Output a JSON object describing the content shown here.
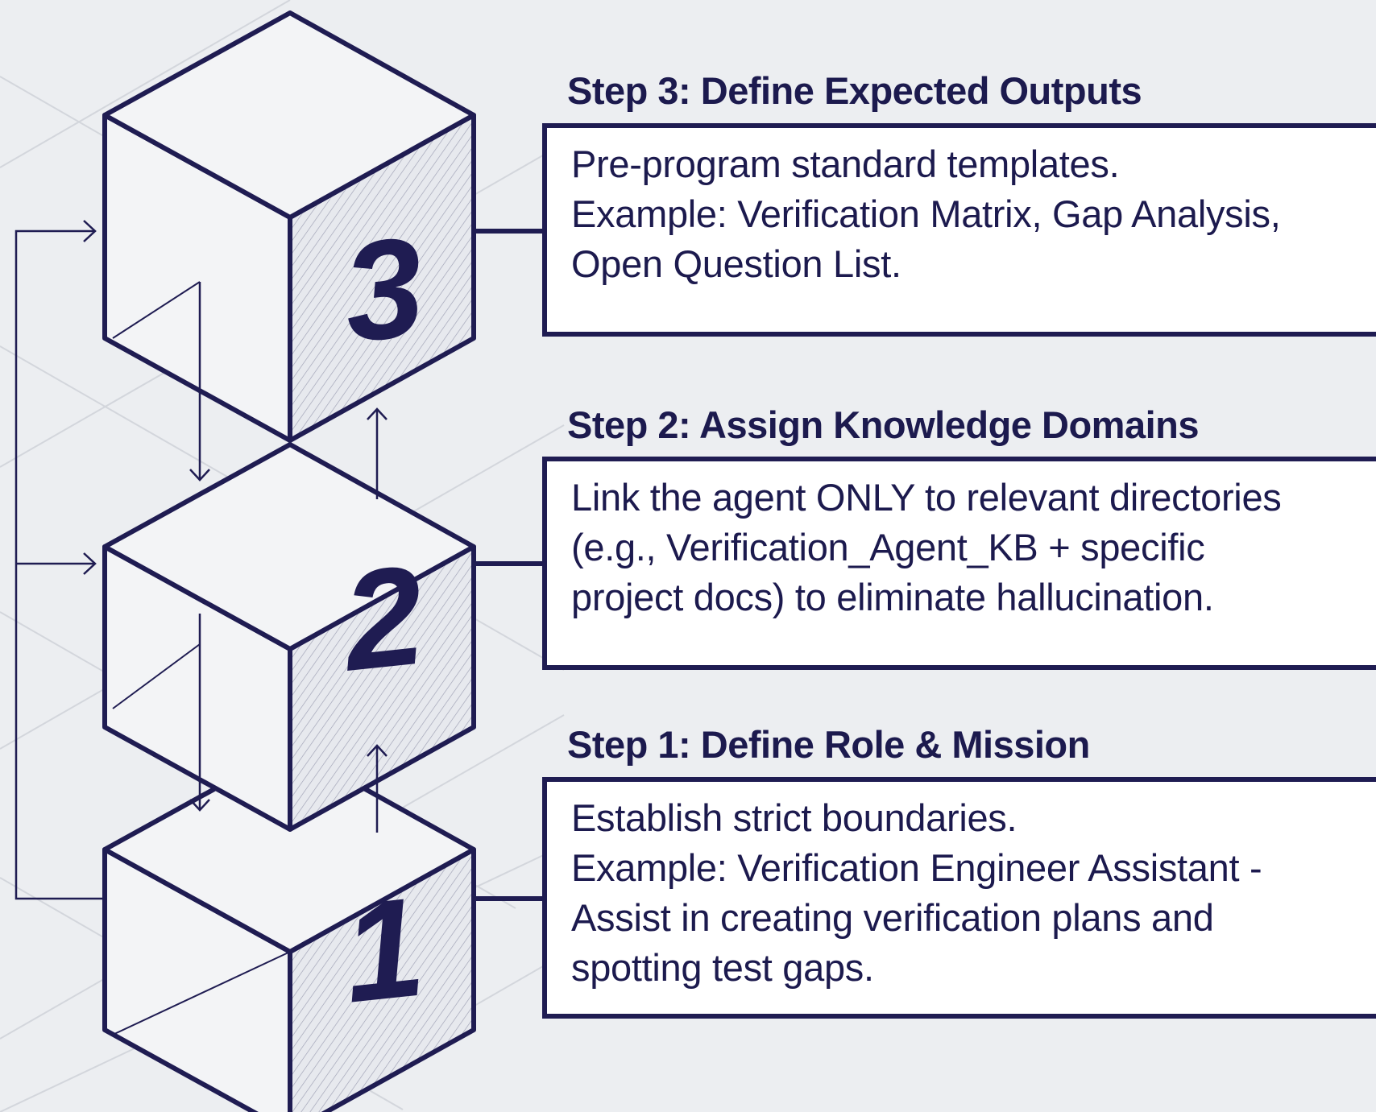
{
  "steps": [
    {
      "number": "3",
      "heading": "Step 3: Define Expected Outputs",
      "lines": [
        "Pre-program standard templates.",
        "Example: Verification Matrix, Gap Analysis,",
        "Open Question List."
      ]
    },
    {
      "number": "2",
      "heading": "Step 2: Assign Knowledge Domains",
      "lines": [
        "Link the agent ONLY to relevant directories",
        "(e.g., Verification_Agent_KB + specific",
        "project docs) to eliminate hallucination."
      ]
    },
    {
      "number": "1",
      "heading": "Step 1: Define Role & Mission",
      "lines": [
        "Establish strict boundaries.",
        "Example: Verification Engineer Assistant -",
        "Assist in creating verification plans and",
        "spotting test gaps."
      ]
    }
  ],
  "colors": {
    "ink": "#1f1c52",
    "background": "#eceef1",
    "box": "#ffffff",
    "grid": "#d3d6dc"
  }
}
